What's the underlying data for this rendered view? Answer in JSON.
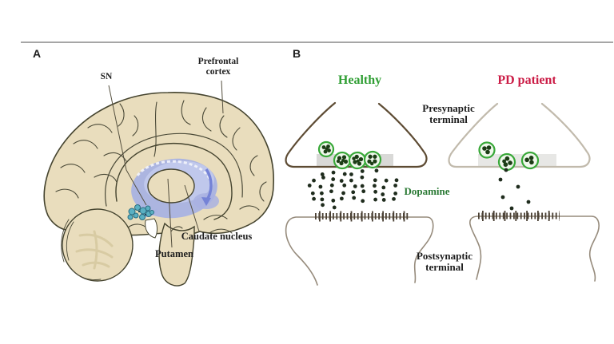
{
  "panels": {
    "a": {
      "label": "A",
      "annotations": {
        "sn": "SN",
        "prefrontal_line1": "Prefrontal",
        "prefrontal_line2": "cortex",
        "caudate": "Caudate nucleus",
        "putamen": "Putamen"
      }
    },
    "b": {
      "label": "B",
      "healthy_title": "Healthy",
      "pd_title": "PD patient",
      "presynaptic_line1": "Presynaptic",
      "presynaptic_line2": "terminal",
      "dopamine": "Dopamine",
      "postsynaptic_line1": "Postsynaptic",
      "postsynaptic_line2": "terminal"
    }
  },
  "colors": {
    "healthy_title": "#2f9e33",
    "pd_title": "#cb1b45",
    "dopamine_label": "#2b7a35",
    "annotation_text": "#1d1d1d",
    "brain_fill": "#e9ddbd",
    "striatum_purple": "#a9b2e2",
    "sn_teal": "#5ab0c2",
    "vesicle_green": "#38a838",
    "dopamine_dot": "#1f2c1d",
    "healthy_terminal_outline": "#5d4b33",
    "pd_terminal_outline": "#c1baac",
    "membrane": "#968b7c",
    "receptor": "#4a4034",
    "gray_band": "#d9d9d7",
    "divider": "#a6a6a6"
  },
  "figure": {
    "healthy": {
      "vesicle_count": 4,
      "dopamine_dot_count": 44
    },
    "pd": {
      "vesicle_count": 3,
      "dopamine_dot_count": 6
    }
  }
}
